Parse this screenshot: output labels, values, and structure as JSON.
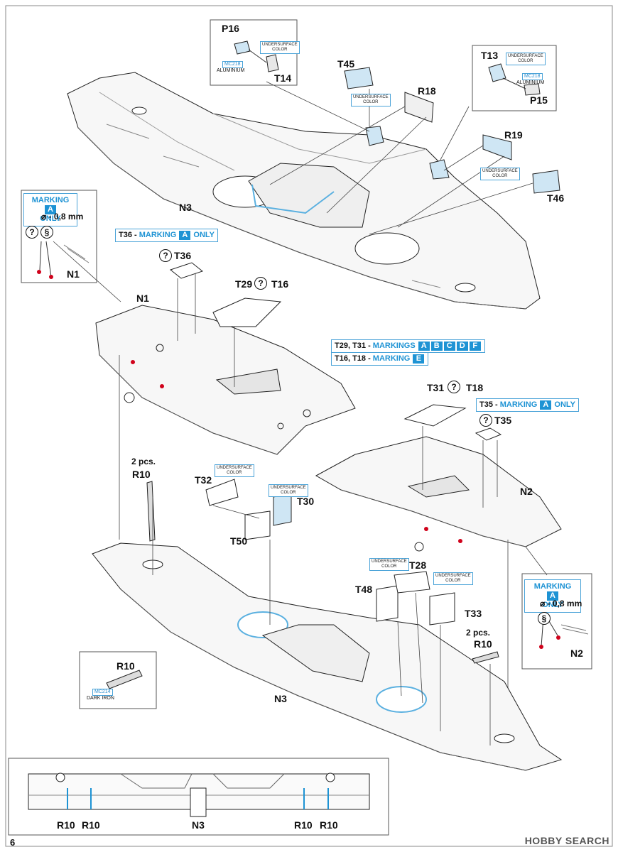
{
  "page_number": "6",
  "watermark": "HOBBY SEARCH",
  "parts": {
    "P16": "P16",
    "T14": "T14",
    "T45": "T45",
    "R18": "R18",
    "T13": "T13",
    "P15": "P15",
    "R19": "R19",
    "T46": "T46",
    "N3_top": "N3",
    "N1_label": "N1",
    "N1_box": "N1",
    "T36": "T36",
    "T29": "T29",
    "T16": "T16",
    "T31": "T31",
    "T18": "T18",
    "T35": "T35",
    "N2_label": "N2",
    "N2_box": "N2",
    "R10_left": "R10",
    "R10_right": "R10",
    "R10_box": "R10",
    "T32": "T32",
    "T30": "T30",
    "T50": "T50",
    "T28": "T28",
    "T48": "T48",
    "T33": "T33",
    "N3_bottom": "N3",
    "N3_detail": "N3",
    "R10_d1": "R10",
    "R10_d2": "R10",
    "R10_d3": "R10",
    "R10_d4": "R10"
  },
  "quantities": {
    "left": "2 pcs.",
    "right": "2 pcs."
  },
  "colors": {
    "undersurface": "UNDERSURFACE\nCOLOR",
    "mc218_code": "MC218",
    "mc218_name": "ALUMINIUM",
    "mc214_code": "MC214",
    "mc214_name": "DARK IRON"
  },
  "markings": {
    "t36_prefix": "T36 - ",
    "t36_word": "MARKING",
    "t36_letter": "A",
    "t36_suffix": " ONLY",
    "t35_prefix": "T35 - ",
    "t35_word": "MARKING",
    "t35_letter": "A",
    "t35_suffix": " ONLY",
    "t29_prefix": "T29, T31 - ",
    "t29_word": "MARKINGS",
    "t29_letters": [
      "A",
      "B",
      "C",
      "D",
      "F"
    ],
    "t16_prefix": "T16, T18 - ",
    "t16_word": "MARKING",
    "t16_letter": "E",
    "box_line1": "MARKING",
    "box_letter": "A",
    "box_line2": "ONLY",
    "drill": "⌀ - 0,8 mm",
    "drill_right": "⌀ - 0,8 mm"
  },
  "accent_blue": "#1e93d4",
  "highlight_red": "#d0021b"
}
